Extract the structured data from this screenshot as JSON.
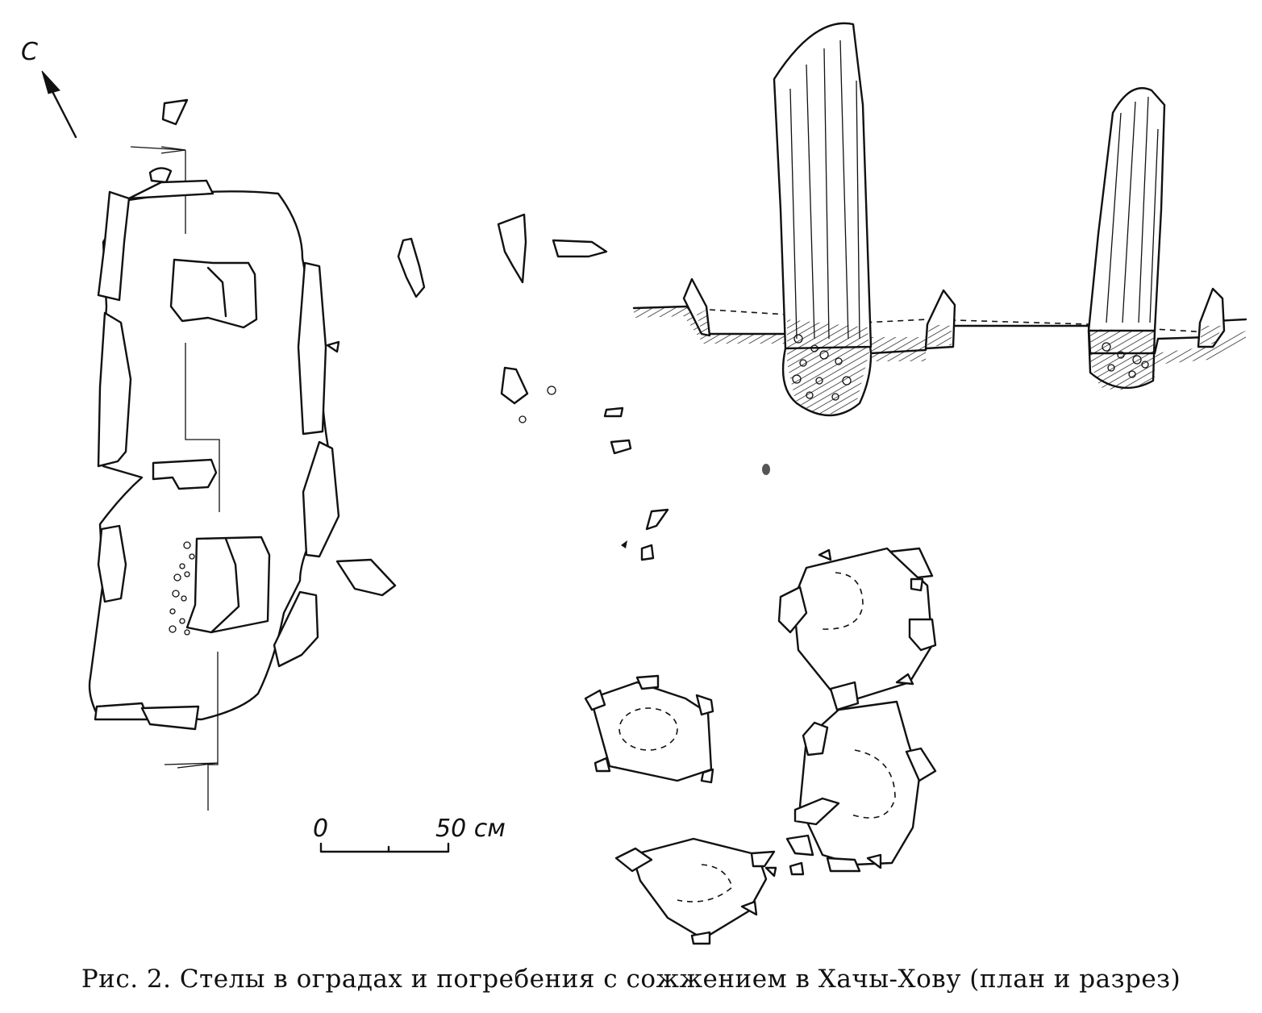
{
  "north_label": "С",
  "scale": {
    "start": "0",
    "end": "50 см"
  },
  "caption": "Рис. 2. Стелы в оградах и погребения с сожжением в Хачы-Хову (план и разрез)"
}
